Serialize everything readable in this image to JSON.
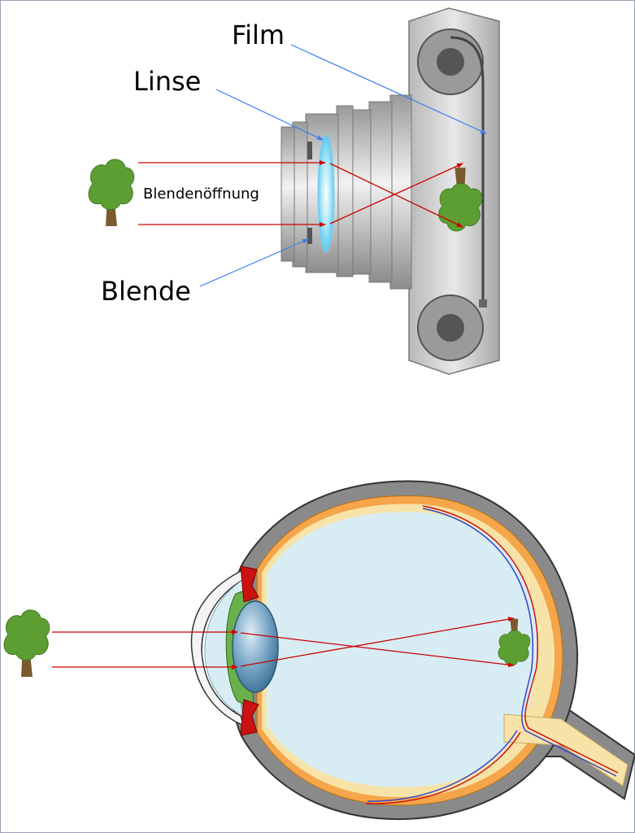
{
  "labels": {
    "film": "Film",
    "linse": "Linse",
    "blendenoeffnung": "Blendenöffnung",
    "blende": "Blende"
  },
  "colors": {
    "ray": "#cc0000",
    "pointer": "#3a7ff0",
    "tree_crown": "#5c9e32",
    "tree_trunk": "#7b5b2e",
    "camera_body": "#a9a9a9",
    "eye_sclera": "#8a8a8a",
    "eye_interior": "#d8edf3",
    "choroid": "#f5a54a",
    "retina": "#f7e3a8",
    "iris_red": "#cc1111",
    "ciliary_green": "#6ab04c"
  }
}
